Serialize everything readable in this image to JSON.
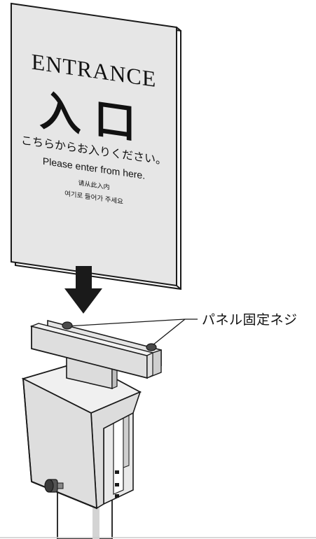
{
  "sign": {
    "english_title": "ENTRANCE",
    "kanji_title": "入口",
    "japanese_message": "こちらからお入りください。",
    "english_message": "Please enter from here.",
    "chinese_message": "请从此入内",
    "korean_message": "여기로 들어가 주세요"
  },
  "callout": {
    "label": "パネル固定ネジ"
  },
  "colors": {
    "panel_fill": "#e6e6e6",
    "panel_border": "#1a1a1a",
    "arrow": "#1a1a1a",
    "bracket_fill": "#dedede",
    "shade": "#bdbdbd"
  }
}
